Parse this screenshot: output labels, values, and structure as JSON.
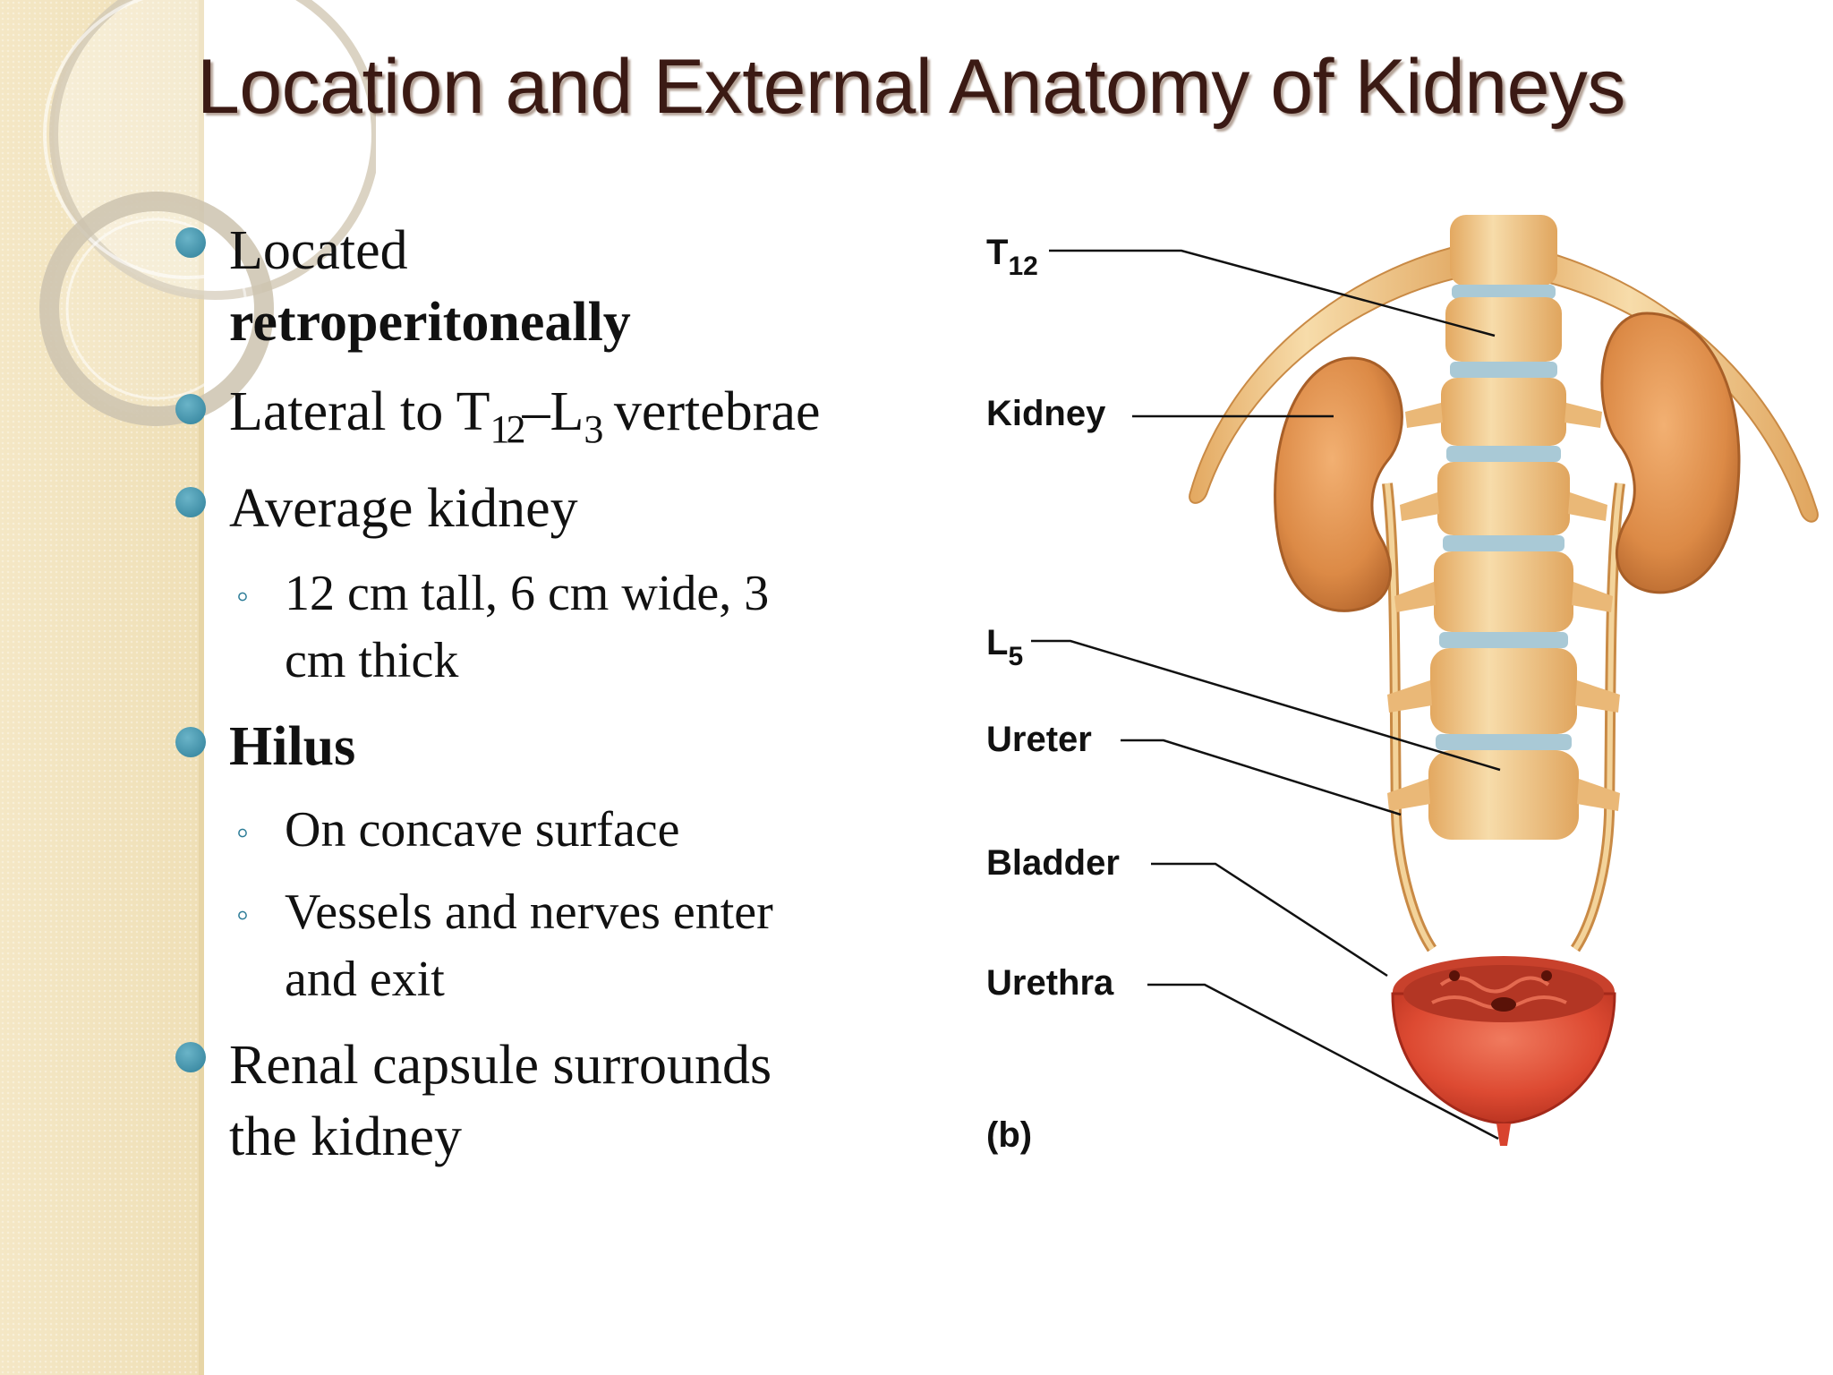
{
  "title": "Location and External Anatomy of Kidneys",
  "bullets": {
    "b1_line1": "Located",
    "b1_line2": "retroperitoneally",
    "b2_pre": "Lateral to T",
    "b2_sub1": "12",
    "b2_mid": "–L",
    "b2_sub2": "3",
    "b2_post": " vertebrae",
    "b3": "Average kidney",
    "b3_sub1_line1": "12 cm tall, 6 cm wide, 3",
    "b3_sub1_line2": "cm thick",
    "b4": "Hilus",
    "b4_sub1": "On concave surface",
    "b4_sub2_line1": "Vessels and nerves enter",
    "b4_sub2_line2": "and exit",
    "b5_line1": "Renal capsule surrounds",
    "b5_line2": "the kidney"
  },
  "sub_marker": "◦",
  "figure": {
    "labels": {
      "t12_main": "T",
      "t12_sub": "12",
      "kidney": "Kidney",
      "l5_main": "L",
      "l5_sub": "5",
      "ureter": "Ureter",
      "bladder": "Bladder",
      "urethra": "Urethra",
      "panel": "(b)"
    }
  },
  "colors": {
    "title": "#3b1a14",
    "bullet_dot": "#2f7f99",
    "side_band": "#f2e4bf",
    "kidney": "#d98a45",
    "bone": "#f0c98a",
    "disc": "#a9c9d6",
    "bladder": "#d9432e"
  }
}
